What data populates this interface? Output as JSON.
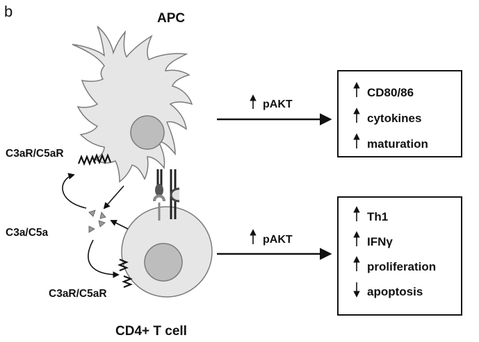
{
  "panel_label": "b",
  "apc_label": "APC",
  "tcell_label": "CD4+ T cell",
  "receptor_label_top": "C3aR/C5aR",
  "receptor_label_bottom": "C3aR/C5aR",
  "ligand_label": "C3a/C5a",
  "arrow_labels": {
    "top": {
      "direction": "up",
      "text": "pAKT"
    },
    "bottom": {
      "direction": "up",
      "text": "pAKT"
    }
  },
  "apc_effects": [
    {
      "direction": "up",
      "text": "CD80/86"
    },
    {
      "direction": "up",
      "text": "cytokines"
    },
    {
      "direction": "up",
      "text": "maturation"
    }
  ],
  "tcell_effects": [
    {
      "direction": "up",
      "text": "Th1"
    },
    {
      "direction": "up",
      "text": "IFNγ"
    },
    {
      "direction": "up",
      "text": "proliferation"
    },
    {
      "direction": "down",
      "text": "apoptosis"
    }
  ],
  "colors": {
    "cell_fill": "#e6e6e6",
    "nucleus_fill": "#bdbdbd",
    "outline": "#7a7a7a",
    "ink": "#111111"
  }
}
